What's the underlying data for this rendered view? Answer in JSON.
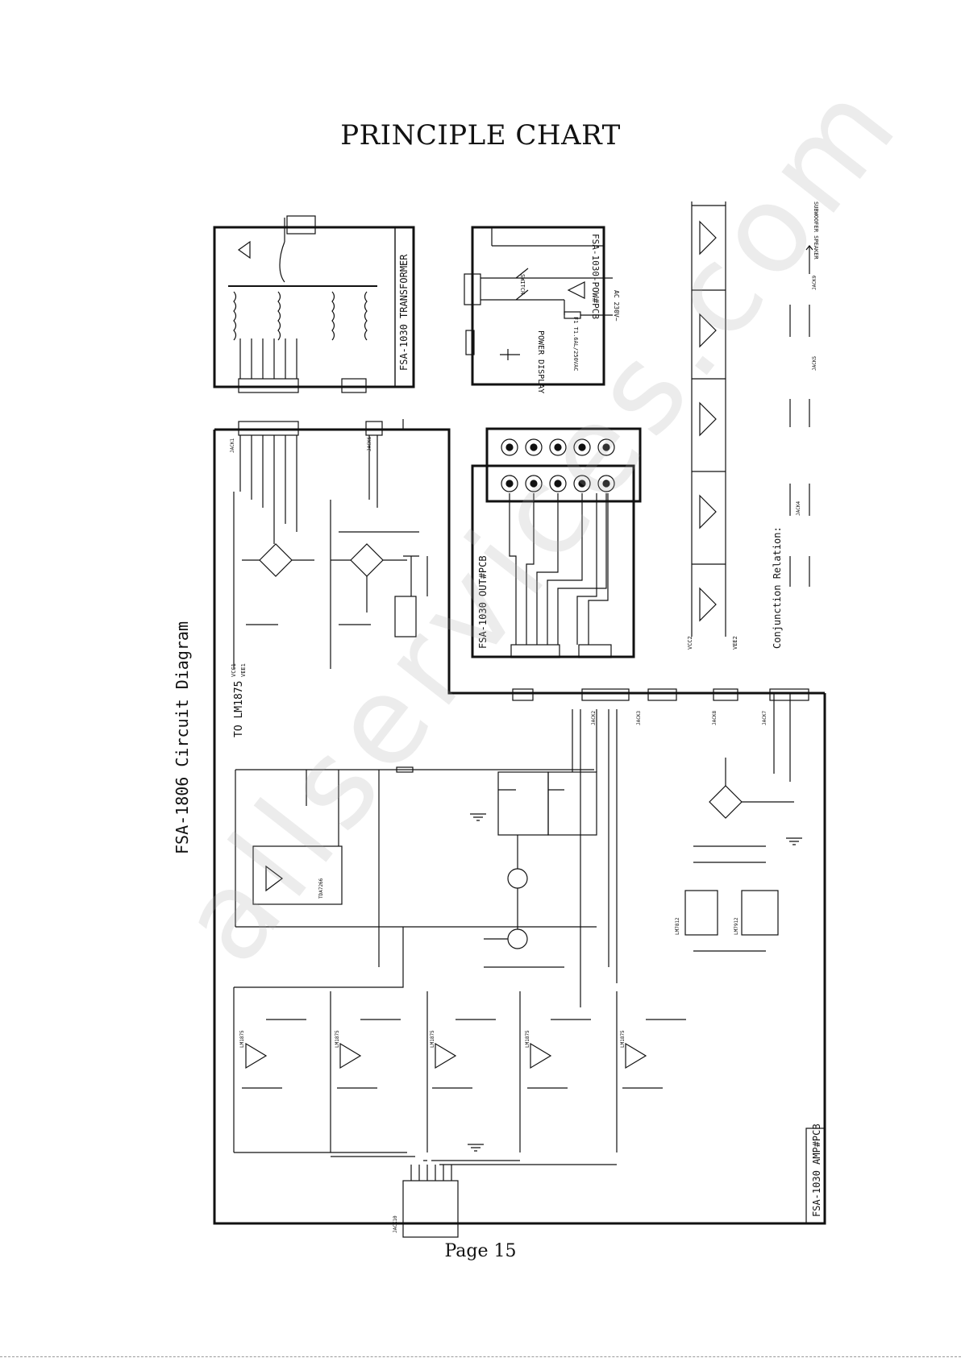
{
  "page": {
    "title": "PRINCIPLE CHART",
    "number": "Page 15",
    "watermark": "allservices.com"
  },
  "diagram": {
    "circuit_title": "FSA-1806   Circuit   Diagram",
    "to_lm1875": "TO LM1875",
    "transformer_board": "FSA-1030  TRANSFORMER",
    "power_board": "FSA-1030-POW#PCB",
    "power_display": "POWER  DISPLAY",
    "out_board": "FSA-1030  OUT#PCB",
    "amp_board": "FSA-1030  AMP#PCB",
    "connection_relation": "Conjunction Relation:",
    "connectors": [
      "JACK1",
      "JACK2",
      "JACK3",
      "JACK4",
      "JACK5",
      "JACK6",
      "JACK7",
      "JACK8",
      "JACK9",
      "JACK10"
    ],
    "ic_labels": [
      "LM1875",
      "LM1875",
      "LM1875",
      "LM1875",
      "LM1875",
      "TDA7266",
      "LM7812",
      "LM7912"
    ],
    "ac_input": "AC 230V~",
    "fuse": "F1  T1.6AL/250VAC",
    "switch": "SWITCH",
    "rail_labels": [
      "VCC1",
      "VEE1",
      "VCC2",
      "VEE2"
    ],
    "woofer_label": "SUBWOOFER  SPEAKER"
  }
}
